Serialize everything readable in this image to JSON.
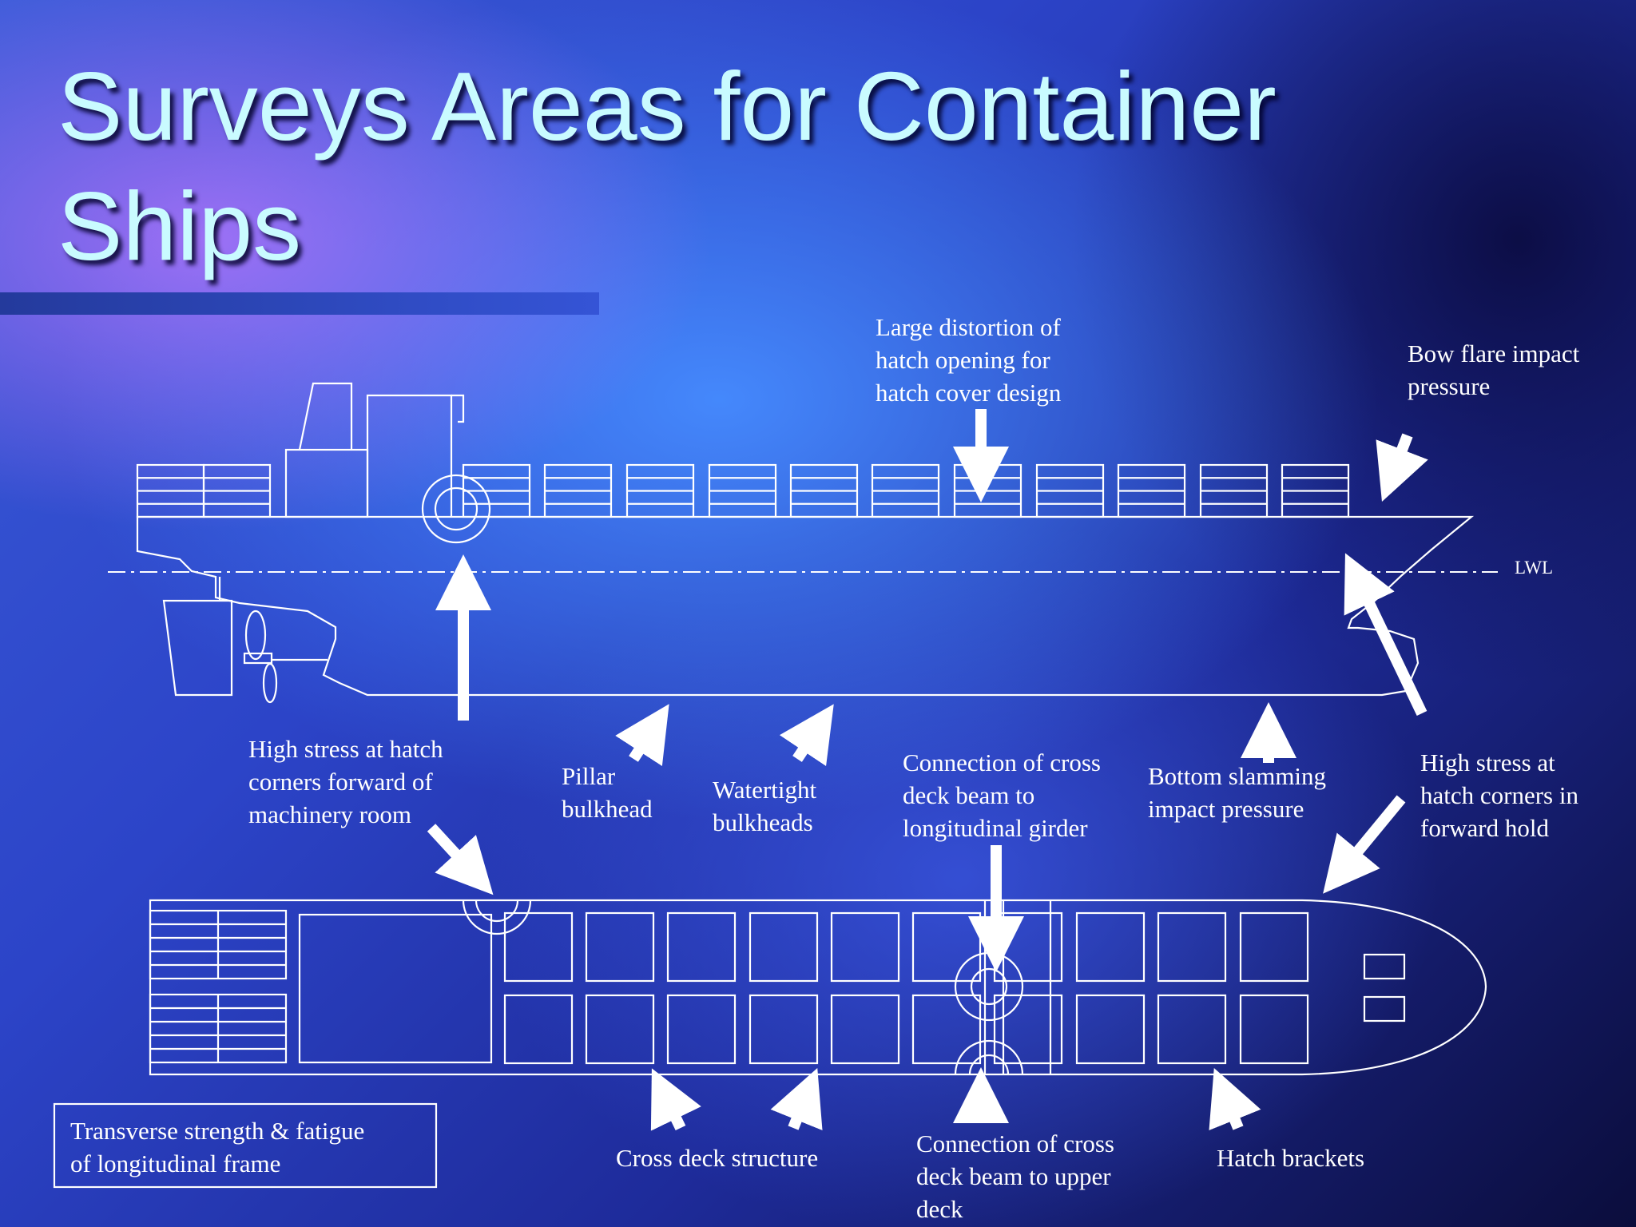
{
  "title": "Surveys Areas for Container Ships",
  "labels": {
    "hatch_distortion": [
      "Large distortion of",
      "hatch opening for",
      "hatch cover design"
    ],
    "bow_flare": [
      "Bow flare impact",
      "pressure"
    ],
    "lwl": "LWL",
    "hatch_corners_machinery": [
      "High stress at hatch",
      "corners forward of",
      "machinery room"
    ],
    "pillar_bulkhead": [
      "Pillar",
      "bulkhead"
    ],
    "watertight_bulkheads": [
      "Watertight",
      "bulkheads"
    ],
    "cross_deck_girder": [
      "Connection of cross",
      "deck beam to",
      "longitudinal girder"
    ],
    "bottom_slamming": [
      "Bottom slamming",
      "impact pressure"
    ],
    "hatch_corners_forward": [
      "High stress at",
      "hatch corners in",
      "forward hold"
    ],
    "transverse_strength": [
      "Transverse strength & fatigue",
      "of longitudinal frame"
    ],
    "cross_deck_structure": [
      "Cross deck structure"
    ],
    "cross_deck_upper": [
      "Connection of cross",
      "deck beam to upper",
      "deck"
    ],
    "hatch_brackets": [
      "Hatch brackets"
    ]
  },
  "colors": {
    "title": "#c9fbff",
    "lines": "#ffffff",
    "arrows": "#ffffff"
  }
}
